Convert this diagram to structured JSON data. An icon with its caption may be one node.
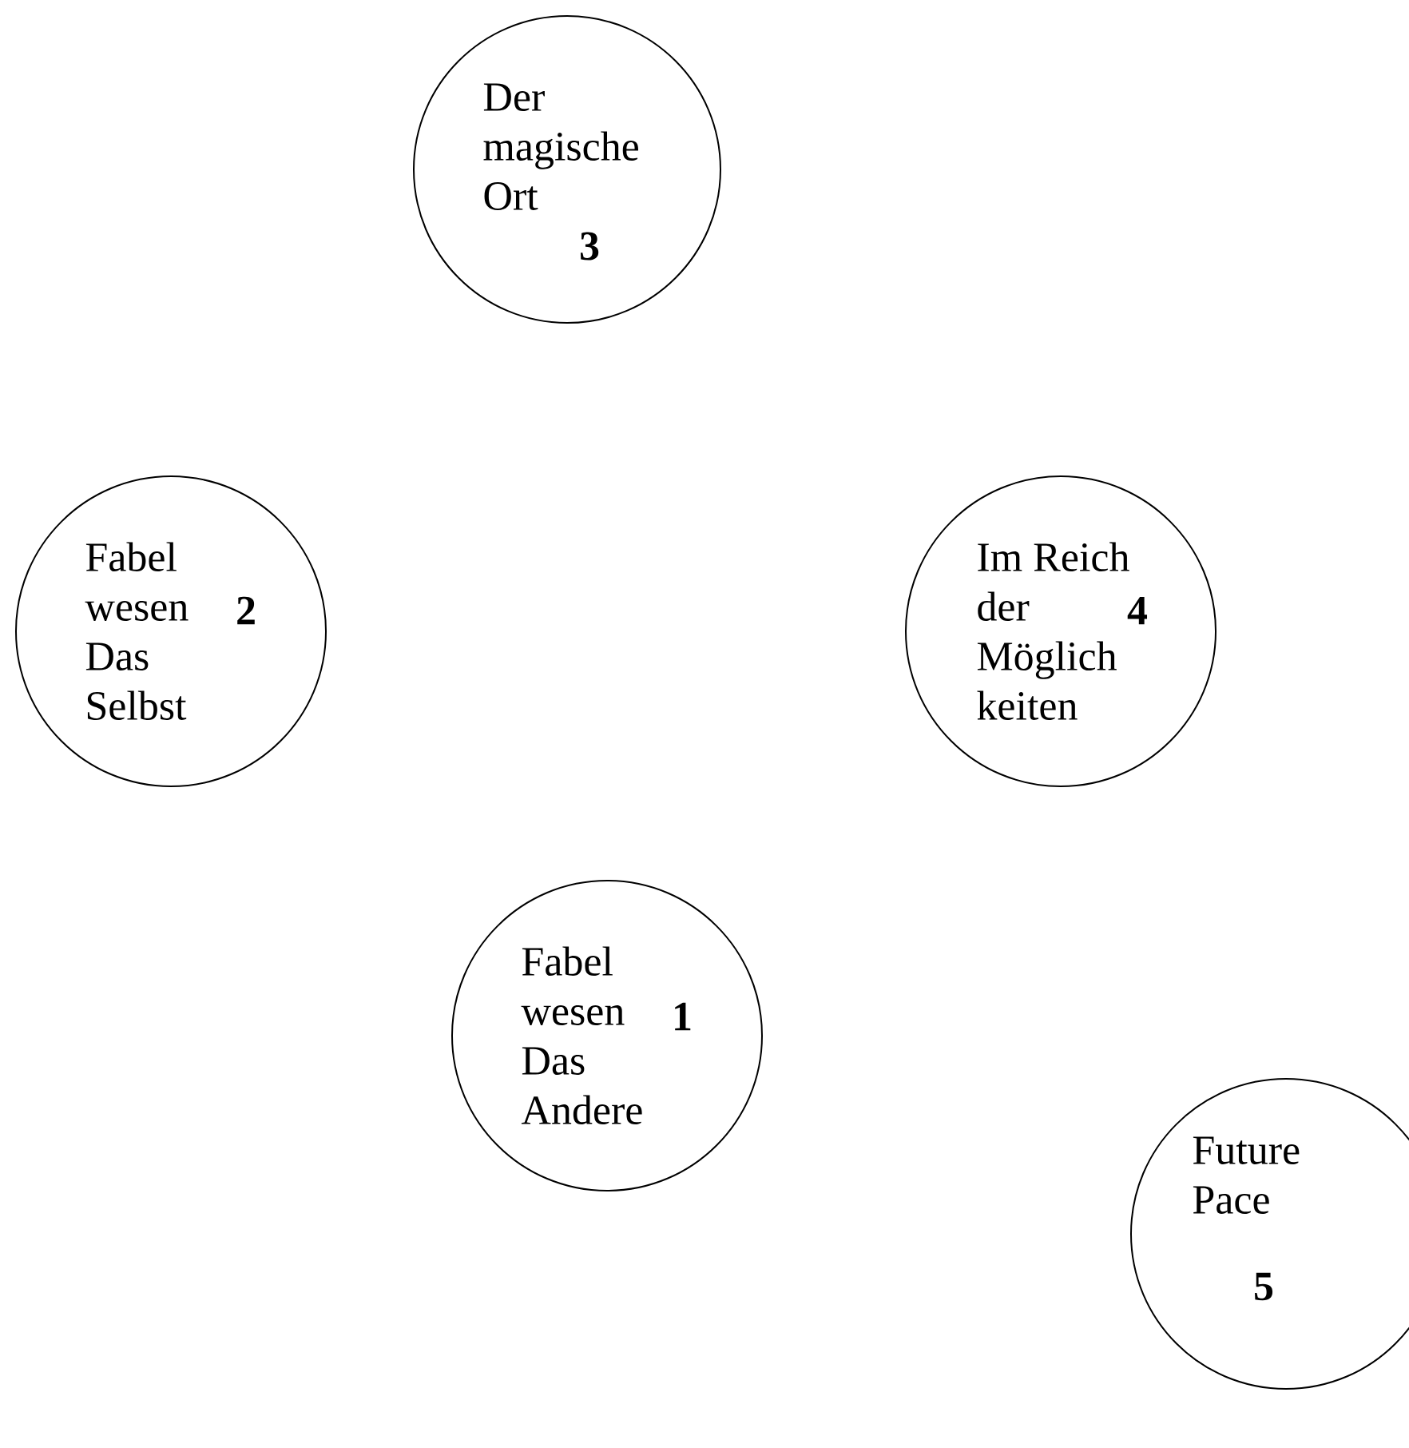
{
  "diagram": {
    "nodes": [
      {
        "text": [
          "Der magische Ort",
          "3"
        ]
      },
      {
        "text": [
          "Fabel wesen Das Selbst",
          "2"
        ]
      },
      {
        "text": [
          "Im Reich der Möglich keiten",
          "4"
        ]
      },
      {
        "text": [
          "Fabel wesen Das Andere",
          "1"
        ]
      },
      {
        "text": [
          "Future Pace",
          "5"
        ]
      }
    ]
  }
}
